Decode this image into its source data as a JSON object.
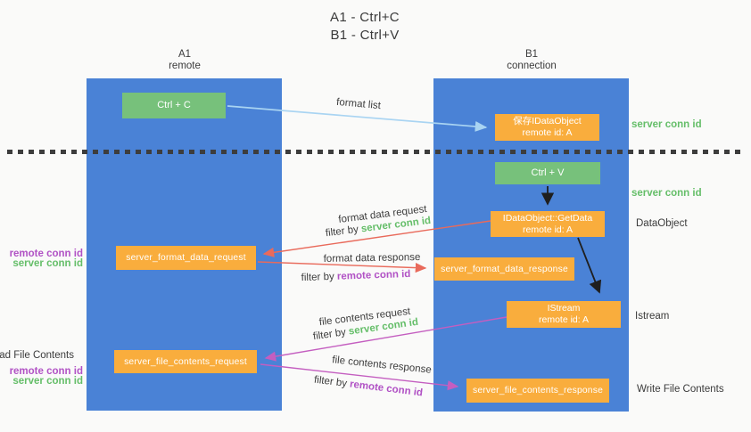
{
  "title": {
    "line1": "A1 - Ctrl+C",
    "line2": "B1 - Ctrl+V"
  },
  "lanes": {
    "left": {
      "name": "A1",
      "role": "remote"
    },
    "right": {
      "name": "B1",
      "role": "connection"
    }
  },
  "nodes": {
    "ctrl_c": {
      "label": "Ctrl + C"
    },
    "save_dataobject": {
      "line1": "保存IDataObject",
      "line2": "remote id: A"
    },
    "ctrl_v": {
      "label": "Ctrl + V"
    },
    "getdata": {
      "line1": "IDataObject::GetData",
      "line2": "remote id: A"
    },
    "format_request": {
      "label": "server_format_data_request"
    },
    "format_response": {
      "label": "server_format_data_response"
    },
    "istream": {
      "line1": "IStream",
      "line2": "remote id: A"
    },
    "file_request": {
      "label": "server_file_contents_request"
    },
    "file_response": {
      "label": "server_file_contents_response"
    }
  },
  "flow_labels": {
    "format_list": "format list",
    "format_data_request": "format data request",
    "format_data_response": "format data response",
    "file_contents_request": "file contents request",
    "file_contents_response": "file contents response",
    "filter_by": "filter by ",
    "server_conn_id": "server conn id",
    "remote_conn_id": "remote conn id"
  },
  "side_labels": {
    "server_conn_id_top": "server conn id",
    "server_conn_id_mid": "server conn id",
    "dataobject": "DataObject",
    "istream": "Istream",
    "write_file_contents": "Write File Contents",
    "read_file_contents": "Read File Contents",
    "remote_conn_id_left1": "remote conn id",
    "server_conn_id_left1": "server conn id",
    "remote_conn_id_left2": "remote conn id",
    "server_conn_id_left2": "server conn id"
  },
  "colors": {
    "lane_blue": "#4a82d6",
    "node_green": "#77c17b",
    "node_orange": "#f9ad3d",
    "accent_green": "#65be69",
    "accent_purple": "#b152c5",
    "arrow_red": "#e96a5b",
    "arrow_magenta": "#c45ec0",
    "arrow_blue": "#a9d4f2",
    "arrow_black": "#1f1f1f"
  }
}
